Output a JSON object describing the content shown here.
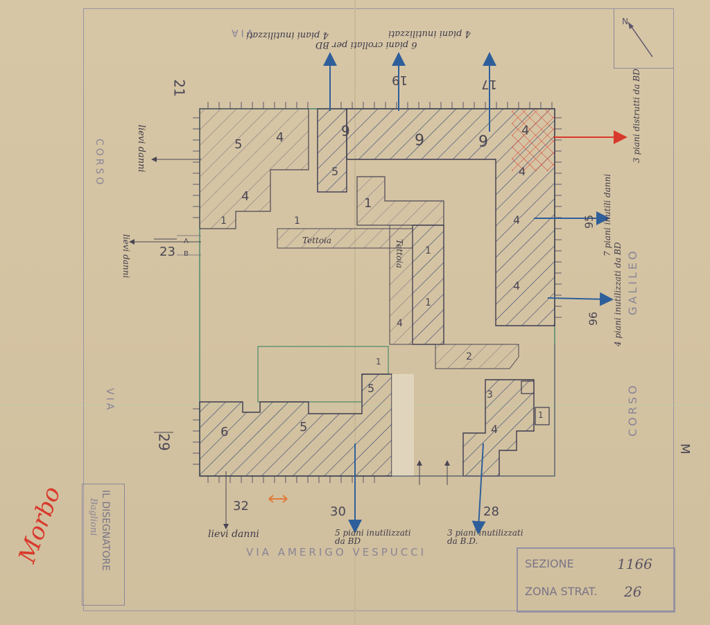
{
  "streets": {
    "via_top": "VIA",
    "corso_left": "CORSO",
    "via_left": "VIA",
    "corso_right": "CORSO",
    "galileo_right": "GALILEO",
    "amerigo_vespucci": "VIA     AMERIGO     VESPUCCI"
  },
  "numbers": {
    "n21": "21",
    "n19": "19",
    "n17": "17",
    "n23": "23",
    "n29": "29",
    "n32": "32",
    "n30": "30",
    "n28": "28",
    "n95": "95",
    "n96": "96"
  },
  "damage_notes": {
    "top_left": "4 piani inutilizzati",
    "top_mid": "6 piani crollati per BD",
    "top_right": "4 piani inutilizzati",
    "left_upper": "lievi danni",
    "left_lower": "lievi danni",
    "right_red": "3 piani distrutti da BD",
    "right_mid": "7 piani inutili danni",
    "right_lower": "4 piani inutilizzati da BD",
    "bottom_left": "lievi danni",
    "bottom_mid": "5 piani inutilizzati da BD",
    "bottom_right": "3 piani inutilizzati da B.D."
  },
  "plan_labels": {
    "tettoia_1": "Tettoia",
    "tettoia_2": "Tettoia",
    "floors": {
      "tl_5": "5",
      "tl_4a": "4",
      "tl_4b": "4",
      "tl_1a": "1",
      "tl_1b": "1",
      "tc_6": "6",
      "tc_5": "5",
      "tc_1": "1",
      "top_6": "6",
      "top_6b": "6",
      "tr_4": "4",
      "tr_4b": "4",
      "r_4": "4",
      "r_4b": "4",
      "mid_1": "1",
      "mid_1b": "1",
      "mid_4": "4",
      "bl_6": "6",
      "bl_5": "5",
      "bc_5": "5",
      "br_3": "3",
      "br_4": "4",
      "br_1": "1",
      "c_2": "2",
      "c_1": "1"
    },
    "section_a": "A",
    "section_b": "B"
  },
  "title_block": {
    "designer_title": "IL DISEGNATORE",
    "designer_name": "Baglioni",
    "signature": "Morbo",
    "sezione_label": "SEZIONE",
    "sezione_value": "1166",
    "zona_label": "ZONA STRAT.",
    "zona_value": "26",
    "corner_mark": "M"
  },
  "colors": {
    "paper": "#d6c6a6",
    "pencil": "#4a4654",
    "blue_arrow": "#2f5f9a",
    "red_arrow": "#d9392c",
    "green_outline": "#4c8a6a",
    "hatch": "#3c4a78"
  }
}
